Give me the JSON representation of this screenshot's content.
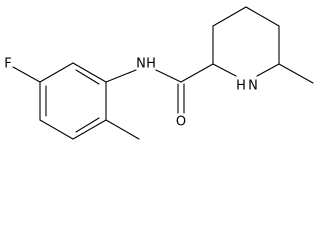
{
  "molecule": {
    "atoms": {
      "fluorine": "F",
      "amide_nitrogen": "N",
      "amide_hydrogen": "H",
      "ring_nitrogen": "N",
      "ring_hydrogen": "H",
      "carbonyl_oxygen": "O"
    }
  }
}
